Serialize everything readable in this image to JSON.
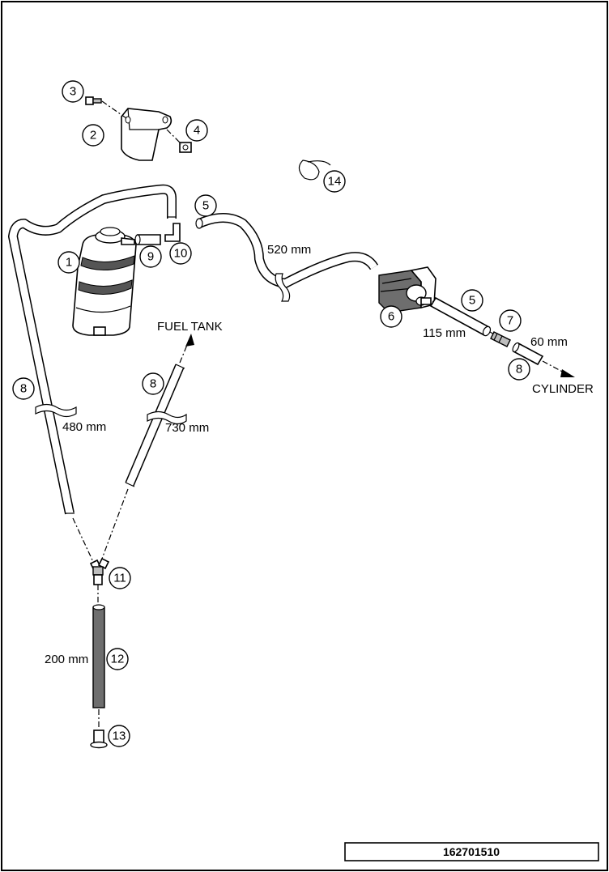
{
  "callouts": [
    {
      "id": "c1",
      "number": "1"
    },
    {
      "id": "c2",
      "number": "2"
    },
    {
      "id": "c3",
      "number": "3"
    },
    {
      "id": "c4",
      "number": "4"
    },
    {
      "id": "c5a",
      "number": "5"
    },
    {
      "id": "c5b",
      "number": "5"
    },
    {
      "id": "c6",
      "number": "6"
    },
    {
      "id": "c7",
      "number": "7"
    },
    {
      "id": "c8a",
      "number": "8"
    },
    {
      "id": "c8b",
      "number": "8"
    },
    {
      "id": "c8c",
      "number": "8"
    },
    {
      "id": "c9",
      "number": "9"
    },
    {
      "id": "c10",
      "number": "10"
    },
    {
      "id": "c11",
      "number": "11"
    },
    {
      "id": "c12",
      "number": "12"
    },
    {
      "id": "c13",
      "number": "13"
    },
    {
      "id": "c14",
      "number": "14"
    }
  ],
  "labels": {
    "len_520": "520 mm",
    "len_115": "115 mm",
    "len_60": "60 mm",
    "len_480": "480 mm",
    "len_730": "730 mm",
    "len_200": "200 mm",
    "fuel_tank": "FUEL TANK",
    "cylinder": "CYLINDER"
  },
  "document_number": "162701510"
}
